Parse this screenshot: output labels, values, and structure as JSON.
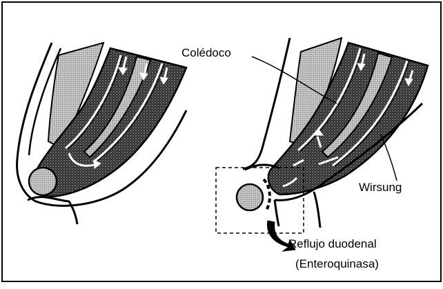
{
  "labels": {
    "choledochus": "Colédoco",
    "wirsung": "Wirsung",
    "reflux_line1": "Reflujo duodenal",
    "reflux_line2": "(Enteroquinasa)"
  },
  "colors": {
    "ink": "#000000",
    "paper": "#ffffff",
    "dark_fill": "#4a4a4a",
    "light_fill": "#bdbdbd"
  }
}
